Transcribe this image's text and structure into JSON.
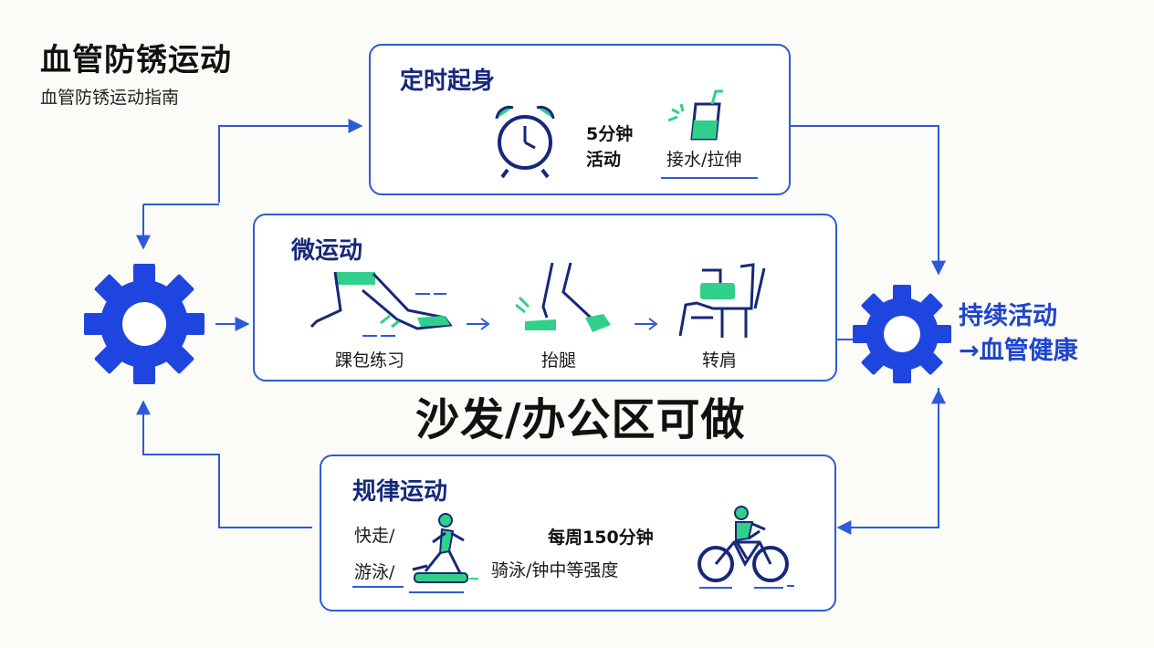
{
  "header": {
    "title": "血管防锈运动",
    "subtitle": "血管防锈运动指南"
  },
  "panel_timed": {
    "title": "定时起身",
    "duration": [
      "5分钟",
      "活动"
    ],
    "action": "接水/拉伸"
  },
  "panel_micro": {
    "title": "微运动",
    "steps": [
      "踝包练习",
      "抬腿",
      "转肩"
    ]
  },
  "center_note": "沙发/办公区可做",
  "panel_regular": {
    "title": "规律运动",
    "left_lines": [
      "快走/",
      "游泳/"
    ],
    "freq_lines": [
      "每周150分钟",
      "骑泳/钟中等强度"
    ]
  },
  "result": {
    "lines": [
      "持续活动",
      "→血管健康"
    ]
  },
  "colors": {
    "accent": "#1f45c9",
    "line": "#2d5bd8",
    "green": "#31d08a"
  },
  "icons": [
    "gear-icon",
    "alarm-clock-icon",
    "water-cup-icon",
    "ankle-exercise-icon",
    "leg-raise-icon",
    "shoulder-turn-chair-icon",
    "walking-treadmill-icon",
    "cyclist-icon"
  ]
}
